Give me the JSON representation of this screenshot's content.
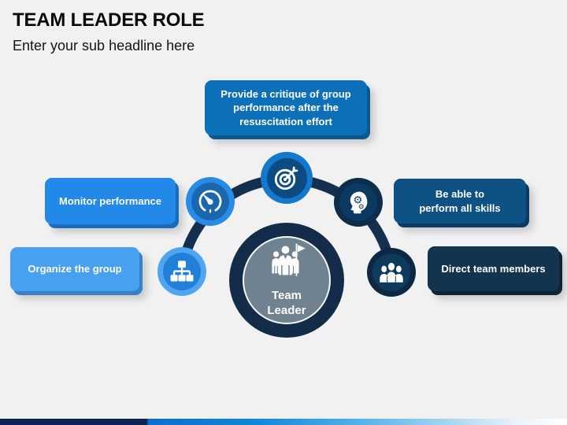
{
  "header": {
    "title": "TEAM LEADER ROLE",
    "subtitle": "Enter your sub headline here"
  },
  "center": {
    "line1": "Team",
    "line2": "Leader",
    "ring_color": "#122C49",
    "inner_color": "#70828F"
  },
  "boxes": [
    {
      "id": "critique",
      "label": "Provide a critique of group performance after the resuscitation effort",
      "bg": "#0C70B8",
      "shadow": "#09588F"
    },
    {
      "id": "monitor",
      "label": "Monitor performance",
      "bg": "#2289E9",
      "shadow": "#1A6CBB"
    },
    {
      "id": "skills",
      "label": "Be able to\nperform all skills",
      "bg": "#0E5184",
      "shadow": "#0A3C63"
    },
    {
      "id": "organize",
      "label": "Organize the group",
      "bg": "#47A0F0",
      "shadow": "#3781C4"
    },
    {
      "id": "direct",
      "label": "Direct team members",
      "bg": "#12344F",
      "shadow": "#0C2436"
    }
  ],
  "badges": [
    {
      "icon": "org-chart-icon",
      "ring": "#4FA5F1",
      "fill": "#2380D8"
    },
    {
      "icon": "gauge-icon",
      "ring": "#2A8AE8",
      "fill": "#1B67AE"
    },
    {
      "icon": "target-dart-icon",
      "ring": "#1478CE",
      "fill": "#0C4C82"
    },
    {
      "icon": "head-gears-icon",
      "ring": "#0D2D4B",
      "fill": "#0A3A61"
    },
    {
      "icon": "people-group-icon",
      "ring": "#0C2844",
      "fill": "#0E3A5C"
    }
  ],
  "connector": {
    "color": "#14304E"
  },
  "canvas": {
    "background": "#F1F1F2"
  },
  "footer_bar": {
    "gradient": [
      "#0D2150",
      "#0A70C9",
      "#52B1E7",
      "#FFFFFF"
    ]
  }
}
